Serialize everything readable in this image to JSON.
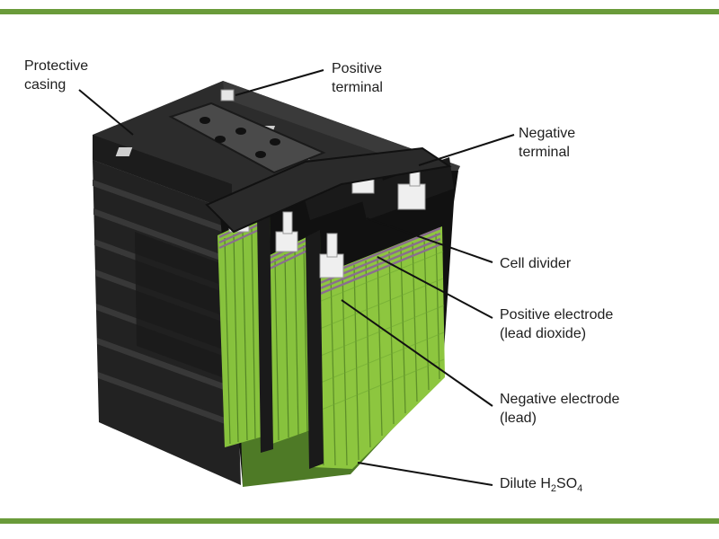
{
  "colors": {
    "frame_rule": "#6a9b3a",
    "casing": "#2a2a2a",
    "casing_dark": "#151515",
    "casing_light": "#3c3c3c",
    "electrode_green": "#8dc63f",
    "electrode_dark": "#4f7f22",
    "electrolyte": "#5d8a2c",
    "plate_purple": "#8a6d8f",
    "terminal": "#e9e9e9",
    "leader": "#111111"
  },
  "icons": {
    "casing": "battery-casing-shape",
    "terminal": "terminal-post-shape"
  },
  "labels": {
    "protective_casing": [
      "Protective",
      "casing"
    ],
    "positive_terminal": [
      "Positive",
      "terminal"
    ],
    "negative_terminal": [
      "Negative",
      "terminal"
    ],
    "cell_divider": "Cell divider",
    "positive_electrode": [
      "Positive electrode",
      "(lead dioxide)"
    ],
    "negative_electrode": [
      "Negative electrode",
      "(lead)"
    ],
    "electrolyte": {
      "prefix": "Dilute H",
      "sub1": "2",
      "mid": "SO",
      "sub2": "4"
    }
  }
}
